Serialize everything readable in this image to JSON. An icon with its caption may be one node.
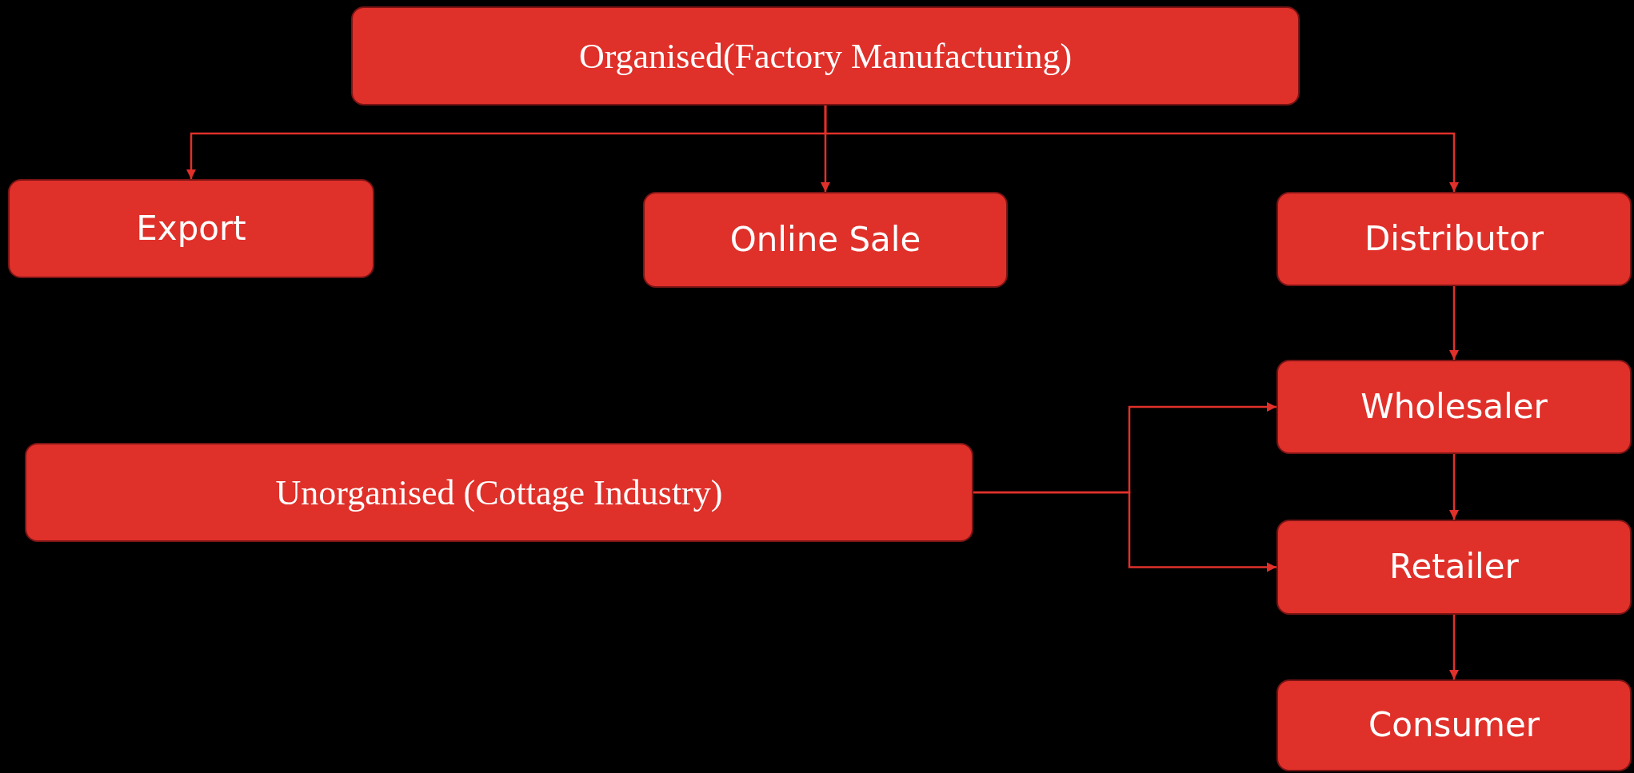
{
  "diagram": {
    "nodes": [
      {
        "text": [
          "Organised(Factory Manufacturing)"
        ]
      },
      {
        "text": [
          "Export"
        ]
      },
      {
        "text": [
          "Online Sale"
        ]
      },
      {
        "text": [
          "Distributor"
        ]
      },
      {
        "text": [
          "Wholesaler"
        ]
      },
      {
        "text": [
          "Retailer"
        ]
      },
      {
        "text": [
          "Consumer"
        ]
      },
      {
        "text": [
          "Unorganised (Cottage Industry)"
        ]
      }
    ],
    "edges": [
      {
        "from": 0,
        "to": 1,
        "arrow": "to"
      },
      {
        "from": 0,
        "to": 2,
        "arrow": "to"
      },
      {
        "from": 0,
        "to": 3,
        "arrow": "to"
      },
      {
        "from": 3,
        "to": 4,
        "arrow": "to"
      },
      {
        "from": 4,
        "to": 5,
        "arrow": "to"
      },
      {
        "from": 5,
        "to": 6,
        "arrow": "to"
      },
      {
        "from": 7,
        "to": 4,
        "arrow": "to"
      },
      {
        "from": 7,
        "to": 5,
        "arrow": "to"
      }
    ]
  }
}
